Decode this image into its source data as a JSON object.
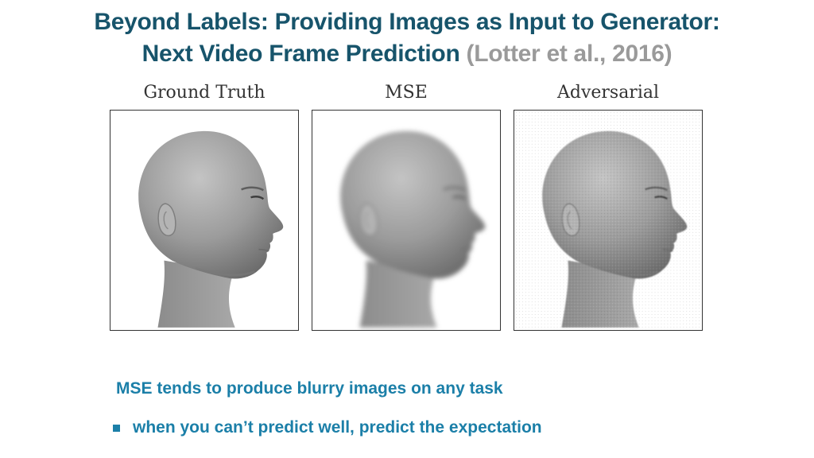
{
  "slide": {
    "title_line1": "Beyond Labels: Providing Images as Input to Generator:",
    "title_line2_main": "Next Video Frame Prediction",
    "title_line2_cite": "(Lotter et al., 2016)"
  },
  "panels": [
    {
      "label": "Ground Truth",
      "image": "head-ground-truth"
    },
    {
      "label": "MSE",
      "image": "head-mse-blurry"
    },
    {
      "label": "Adversarial",
      "image": "head-adversarial"
    }
  ],
  "caption": "MSE tends to produce blurry images on any task",
  "bullet": {
    "icon": "square-bullet-icon",
    "text": "when you can’t predict well, predict the expectation"
  },
  "colors": {
    "title": "#17546b",
    "citation": "#9a9a9a",
    "caption": "#1b7fa8"
  }
}
